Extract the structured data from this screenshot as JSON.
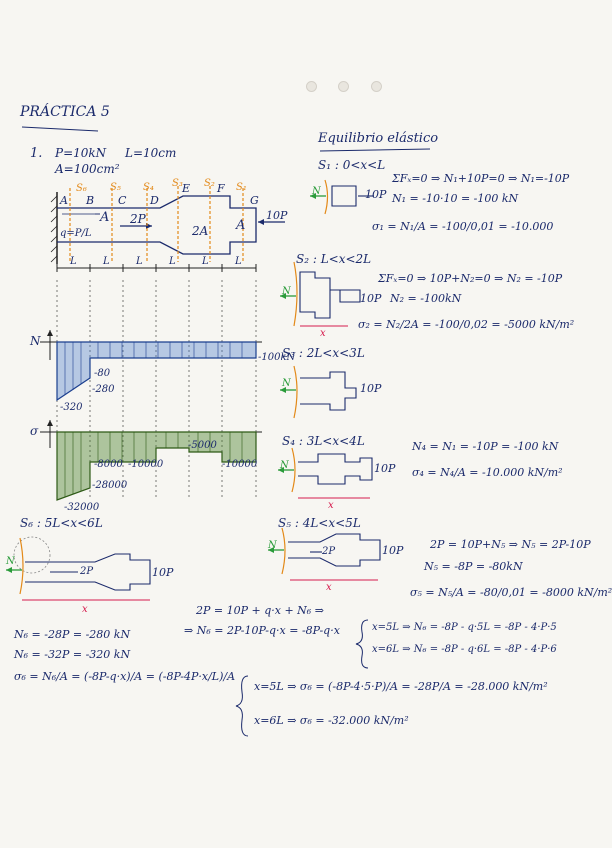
{
  "header": {
    "title": "PRÁCTICA 5",
    "equilibrium": "Equilibrio elástico"
  },
  "problem": {
    "number": "1.",
    "P": "P=10kN",
    "L": "L=10cm",
    "A": "A=100cm²",
    "q": "q=P/L",
    "section_labels": [
      "S₆",
      "S₅",
      "S₄",
      "S₃",
      "S₂",
      "S₁"
    ],
    "point_labels": [
      "A",
      "B",
      "C",
      "D",
      "E",
      "F",
      "G"
    ],
    "area_A1": "A",
    "area_2A": "2A",
    "area_A2": "A",
    "load_2P": "2P",
    "load_10P": "10P",
    "lengths": [
      "L",
      "L",
      "L",
      "L",
      "L",
      "L"
    ]
  },
  "diagram_N": {
    "symbol": "N",
    "labels": [
      "-100kN",
      "-80",
      "-280",
      "-320"
    ]
  },
  "diagram_sigma": {
    "symbol": "σ",
    "labels": [
      "-8000",
      "-5000",
      "-10000",
      "-10000",
      "-28000",
      "-32000"
    ]
  },
  "sections": [
    {
      "label": "S₁ : 0<x<L",
      "lines": [
        "ΣFₓ=0 ⇒ N₁+10P=0 ⇒ N₁=-10P",
        "N₁ = -10·10 = -100 kN",
        "σ₁ = N₁/A = -100/0,01 = -10.000"
      ]
    },
    {
      "label": "S₂ : L<x<2L",
      "lines": [
        "ΣFₓ=0 ⇒ 10P+N₂=0 ⇒ N₂ = -10P",
        "N₂ = -100kN",
        "σ₂ = N₂/2A = -100/0,02 = -5000 kN/m²"
      ]
    },
    {
      "label": "S₃ : 2L<x<3L",
      "lines": []
    },
    {
      "label": "S₄ : 3L<x<4L",
      "lines": [
        "N₄ = N₁ = -10P = -100 kN",
        "σ₄ = N₄/A = -10.000 kN/m²"
      ]
    },
    {
      "label": "S₅ : 4L<x<5L",
      "lines": [
        "2P = 10P+N₅ ⇒ N₅ = 2P-10P",
        "N₅ = -8P = -80kN",
        "σ₅ = N₅/A = -80/0,01 = -8000 kN/m²"
      ]
    },
    {
      "label": "S₆ : 5L<x<6L",
      "lines": [
        "2P = 10P + q·x + N₆ ⇒",
        "⇒ N₆ = 2P-10P-q·x = -8P-q·x",
        "x=5L ⇒ N₆ = -8P - q·5L = -8P - 4·P·5",
        "x=6L ⇒ N₆ = -8P - q·6L = -8P - 4·P·6",
        "N₆ = -28P = -280 kN",
        "N₆ = -32P = -320 kN",
        "σ₆ = N₆/A = (-8P-q·x)/A = (-8P-4P·x/L)/A",
        "x=5L ⇒ σ₆ = (-8P-4·5·P)/A = -28P/A = -28.000 kN/m²",
        "x=6L ⇒ σ₆ = -32.000 kN/m²"
      ]
    }
  ],
  "fbd": {
    "N": "N",
    "load": "10P",
    "load2": "2P",
    "x": "x"
  }
}
